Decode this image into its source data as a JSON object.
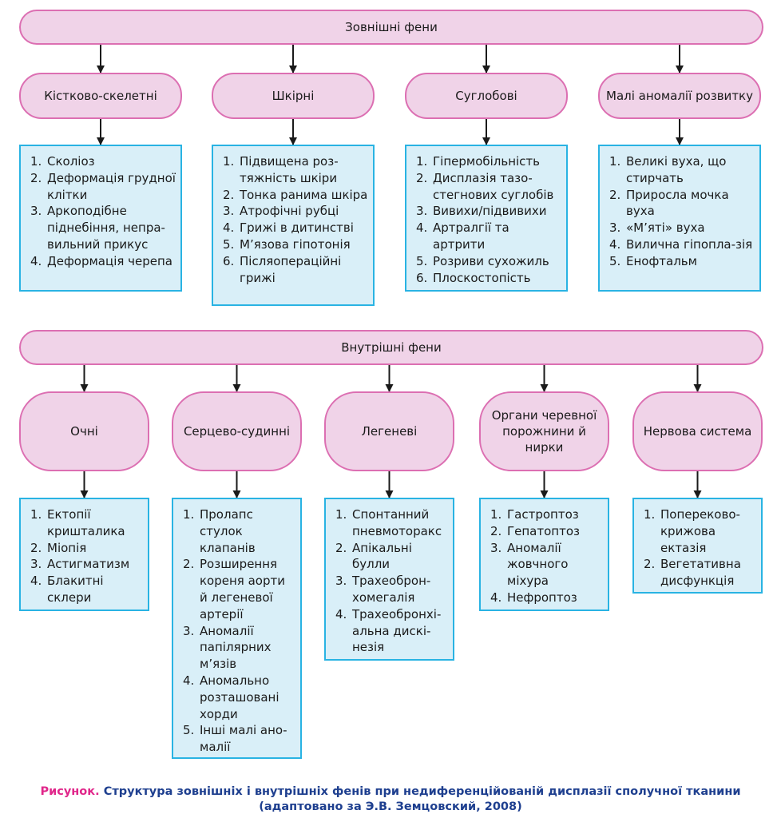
{
  "external": {
    "title": "Зовнішні фени",
    "categories": [
      {
        "label": "Кістково-скелетні",
        "items": [
          "Сколіоз",
          "Деформація грудної клітки",
          "Аркоподібне піднебіння, непра-вильний прикус",
          "Деформація черепа"
        ]
      },
      {
        "label": "Шкірні",
        "items": [
          "Підвищена роз-тяжність шкіри",
          "Тонка ранима шкіра",
          "Атрофічні рубці",
          "Грижі в дитинстві",
          "М’язова гіпотонія",
          "Післяопераційні грижі"
        ]
      },
      {
        "label": "Суглобові",
        "items": [
          "Гіпермобільність",
          "Дисплазія тазо-стегнових суглобів",
          "Вивихи/підвивихи",
          "Артралгії та артрити",
          "Розриви сухожиль",
          "Плоскостопість"
        ]
      },
      {
        "label": "Малі аномалії розвитку",
        "items": [
          "Великі вуха, що стирчать",
          "Приросла мочка вуха",
          "«М’яті» вуха",
          "Вилична гіпопла-зія",
          "Енофтальм"
        ]
      }
    ]
  },
  "internal": {
    "title": "Внутрішні фени",
    "categories": [
      {
        "label": "Очні",
        "items": [
          "Ектопії кришталика",
          "Міопія",
          "Астигматизм",
          "Блакитні склери"
        ]
      },
      {
        "label": "Серцево-судинні",
        "items": [
          "Пролапс стулок клапанів",
          "Розширення кореня аорти й легеневої артерії",
          "Аномалії папілярних м’язів",
          "Аномально розташовані хорди",
          "Інші малі ано-малії"
        ]
      },
      {
        "label": "Легеневі",
        "items": [
          "Спонтанний пневмоторакс",
          "Апікальні булли",
          "Трахеоброн-хомегалія",
          "Трахеобронхі-альна дискі-незія"
        ]
      },
      {
        "label": "Органи черевної порожнини й нирки",
        "items": [
          "Гастроптоз",
          "Гепатоптоз",
          "Аномалії жовчного міхура",
          "Нефроптоз"
        ]
      },
      {
        "label": "Нервова система",
        "items": [
          "Попереково-крижова ектазія",
          "Вегетативна дисфункція"
        ]
      }
    ]
  },
  "caption": {
    "lead": "Рисунок.",
    "text": "Структура зовнішніх і внутрішніх фенів при недиференційованій дисплазії сполучної тканини (адаптовано за Э.В. Земцовский, 2008)"
  },
  "colors": {
    "category_fill": "#f0d3e8",
    "category_border": "#dc6fb2",
    "list_fill": "#d9eff8",
    "list_border": "#29b3e3",
    "caption_lead": "#e0268a",
    "caption_text": "#1e3f8f"
  }
}
